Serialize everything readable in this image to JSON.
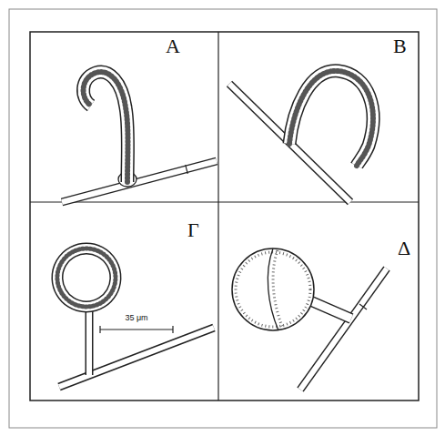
{
  "diagram": {
    "labels": [
      "A",
      "B",
      "Γ",
      "Δ",
      "35 μm"
    ]
  }
}
